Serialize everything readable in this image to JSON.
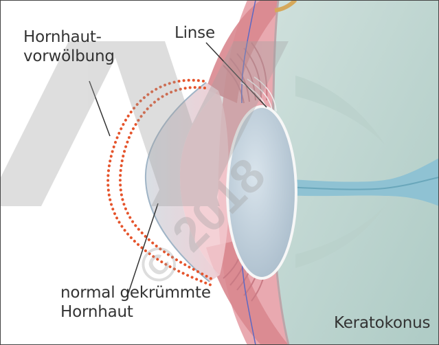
{
  "labels": {
    "bulge_line1": "Hornhaut-",
    "bulge_line2": "vorwölbung",
    "lens": "Linse",
    "normal_line1": "normal gekrümmte",
    "normal_line2": "Hornhaut",
    "condition": "Keratokonus"
  },
  "watermark": "MM © 2018",
  "colors": {
    "bulge_dots": "#e5542c",
    "sclera_pink": "#e8a3ab",
    "vitreous": "#c3d8d3",
    "lens_fill": "#c0d0dc",
    "nerve_vessel": "#8cc1d2"
  }
}
